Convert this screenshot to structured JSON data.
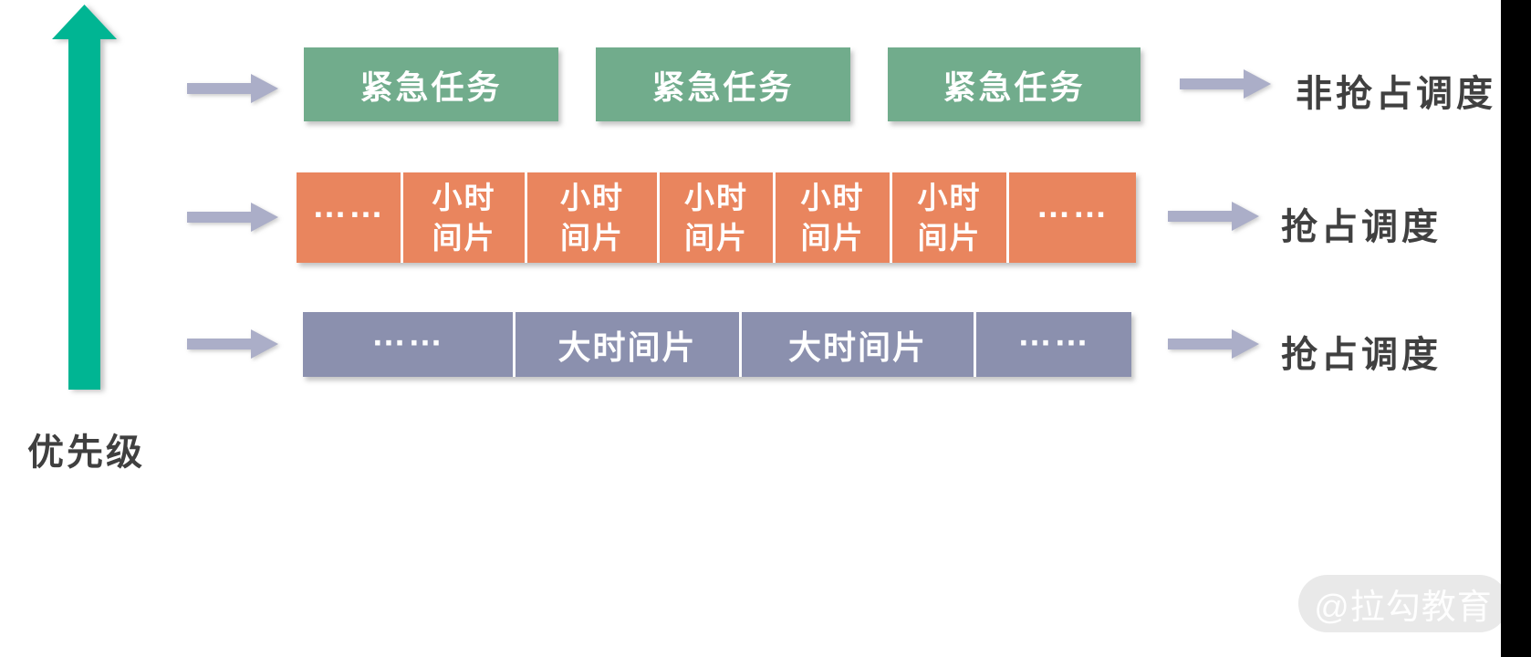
{
  "colors": {
    "green_box": "#71ac8c",
    "orange_bar": "#e9855e",
    "purple_bar": "#8b90ae",
    "priority_arrow": "#00b593",
    "flow_arrow": "#abaec8",
    "label_text": "#404040"
  },
  "priority_axis": {
    "label": "优先级"
  },
  "rows": [
    {
      "type": "urgent-tasks",
      "boxes": [
        {
          "label": "紧急任务"
        },
        {
          "label": "紧急任务"
        },
        {
          "label": "紧急任务"
        }
      ],
      "scheduling": "非抢占调度"
    },
    {
      "type": "small-time-slices",
      "segments": [
        {
          "label": "……"
        },
        {
          "label": "小时\n间片"
        },
        {
          "label": "小时\n间片"
        },
        {
          "label": "小时\n间片"
        },
        {
          "label": "小时\n间片"
        },
        {
          "label": "小时\n间片"
        },
        {
          "label": "……"
        }
      ],
      "scheduling": "抢占调度"
    },
    {
      "type": "large-time-slices",
      "segments": [
        {
          "label": "……"
        },
        {
          "label": "大时间片"
        },
        {
          "label": "大时间片"
        },
        {
          "label": "……"
        }
      ],
      "scheduling": "抢占调度"
    }
  ],
  "watermark": {
    "text": "@拉勾教育"
  }
}
